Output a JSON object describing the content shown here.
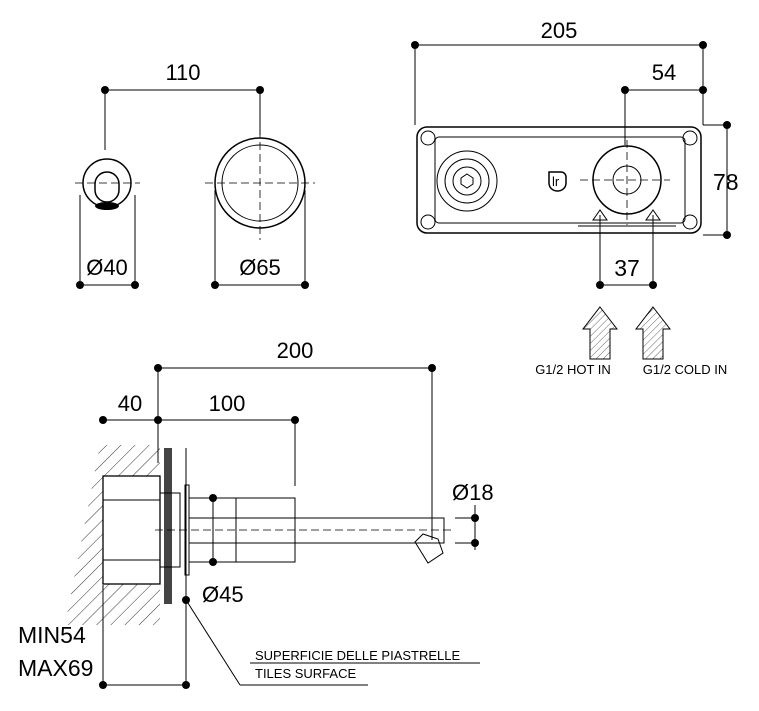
{
  "front_view": {
    "spacing": "110",
    "spout_diameter": "Ø40",
    "handle_diameter": "Ø65"
  },
  "body_view": {
    "width": "205",
    "handle_offset": "54",
    "height": "78",
    "inlet_spacing": "37",
    "hot_inlet_label": "G1/2 HOT IN",
    "cold_inlet_label": "G1/2 COLD IN"
  },
  "side_view": {
    "total_projection": "200",
    "wall_depth": "40",
    "spout_base": "100",
    "spout_diameter": "Ø18",
    "flange_diameter": "Ø45",
    "min_depth": "MIN54",
    "max_depth": "MAX69",
    "tiles_label_it": "SUPERFICIE DELLE PIASTRELLE",
    "tiles_label_en": "TILES SURFACE"
  }
}
